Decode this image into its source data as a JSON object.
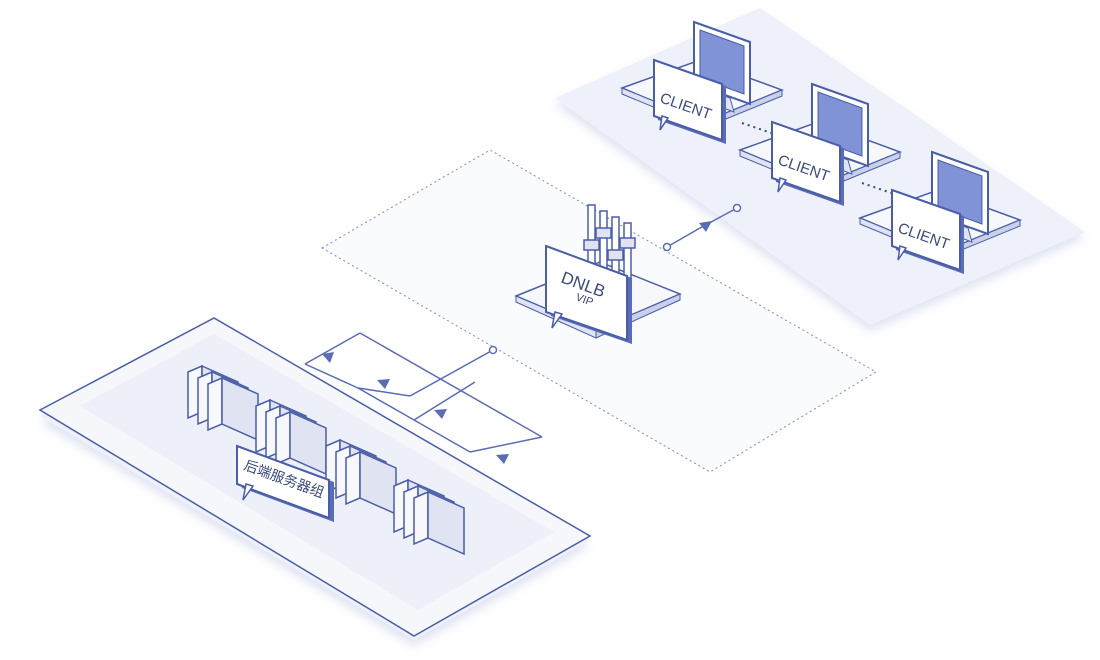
{
  "clients": [
    {
      "label": "CLIENT"
    },
    {
      "label": "CLIENT"
    },
    {
      "label": "CLIENT"
    }
  ],
  "load_balancer": {
    "title": "DNLB",
    "subtitle": "VIP"
  },
  "backend": {
    "label": "后端服务器组"
  },
  "colors": {
    "outline": "#4a5ea8",
    "fill_light": "#f4f5fb",
    "zone_fill": "#edf0f9",
    "screen": "#7f93d6",
    "panel_dark": "#5a6cb5",
    "server_face": "#dfe3f2",
    "server_side": "#f7f8fc",
    "dotted": "#8e9cc9"
  },
  "icons": [
    "client-monitor-icon",
    "load-balancer-icon",
    "server-rack-icon",
    "arrow-icon"
  ]
}
